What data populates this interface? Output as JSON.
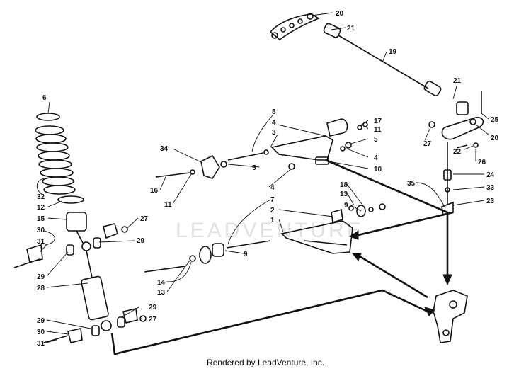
{
  "watermark": "LEADVENTURE",
  "footer": "Rendered by LeadVenture, Inc.",
  "callouts": [
    "20",
    "21",
    "19",
    "21",
    "25",
    "20",
    "27",
    "22",
    "26",
    "24",
    "33",
    "23",
    "35",
    "6",
    "32",
    "12",
    "15",
    "27",
    "30",
    "31",
    "29",
    "29",
    "28",
    "29",
    "30",
    "31",
    "29",
    "27",
    "8",
    "4",
    "3",
    "17",
    "11",
    "5",
    "34",
    "5",
    "4",
    "10",
    "16",
    "11",
    "4",
    "18",
    "13",
    "9",
    "7",
    "2",
    "1",
    "9",
    "14",
    "13"
  ]
}
